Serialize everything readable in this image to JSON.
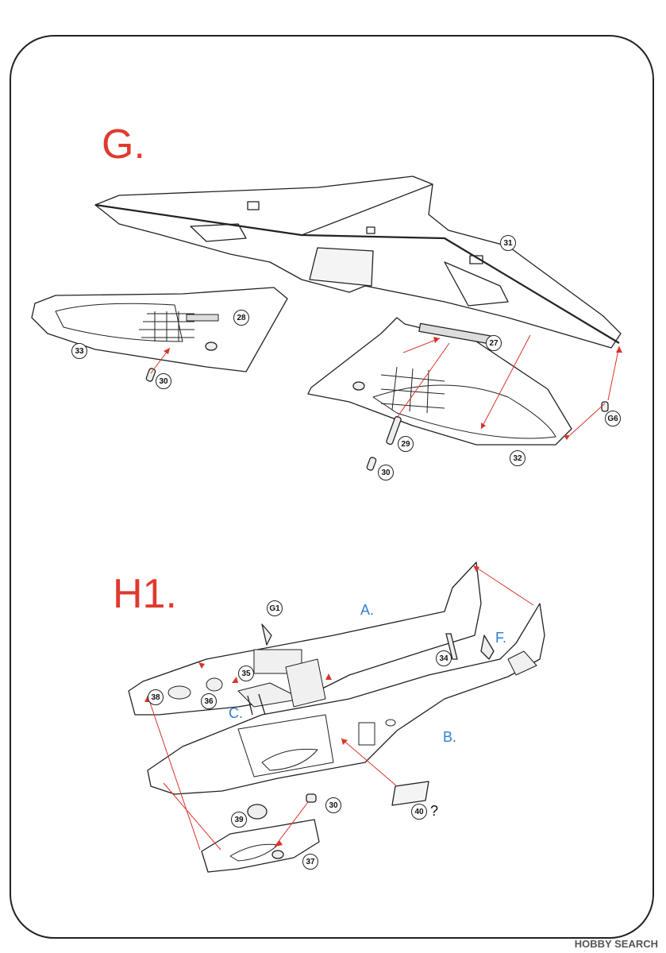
{
  "steps": [
    {
      "label": "G."
    },
    {
      "label": "H1."
    }
  ],
  "sub_labels": {
    "a": "A.",
    "b": "B.",
    "c": "C.",
    "f": "F."
  },
  "parts": {
    "p31": "31",
    "p28": "28",
    "p33": "33",
    "p30a": "30",
    "p27": "27",
    "pG6": "G6",
    "p29": "29",
    "p30b": "30",
    "p32": "32",
    "pG1": "G1",
    "p35": "35",
    "p38": "38",
    "p36": "36",
    "p34": "34",
    "p39": "39",
    "p30c": "30",
    "p40": "40",
    "p37": "37"
  },
  "uncertain_mark": "?",
  "watermark": "HOBBY SEARCH",
  "colors": {
    "title_red": "#e03a2f",
    "sub_blue": "#2f7fd0",
    "arrow_red": "#d9342b"
  }
}
